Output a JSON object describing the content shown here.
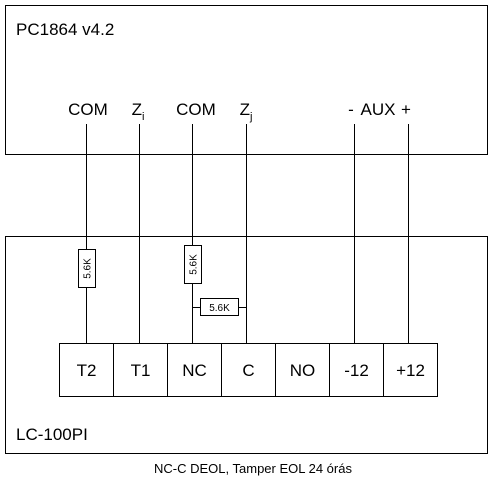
{
  "panel": {
    "title": "PC1864 v4.2",
    "terminals": {
      "com1": "COM",
      "zi_base": "Z",
      "zi_sub": "i",
      "com2": "COM",
      "zj_base": "Z",
      "zj_sub": "j",
      "aux_minus": "-",
      "aux_label": "AUX",
      "aux_plus": "+"
    }
  },
  "module": {
    "title": "LC-100PI",
    "terminals": [
      "T2",
      "T1",
      "NC",
      "C",
      "NO",
      "-12",
      "+12"
    ]
  },
  "resistors": {
    "r1": "5.6K",
    "r2": "5.6K",
    "r3": "5.6K"
  },
  "caption": "NC-C DEOL, Tamper EOL 24 órás"
}
